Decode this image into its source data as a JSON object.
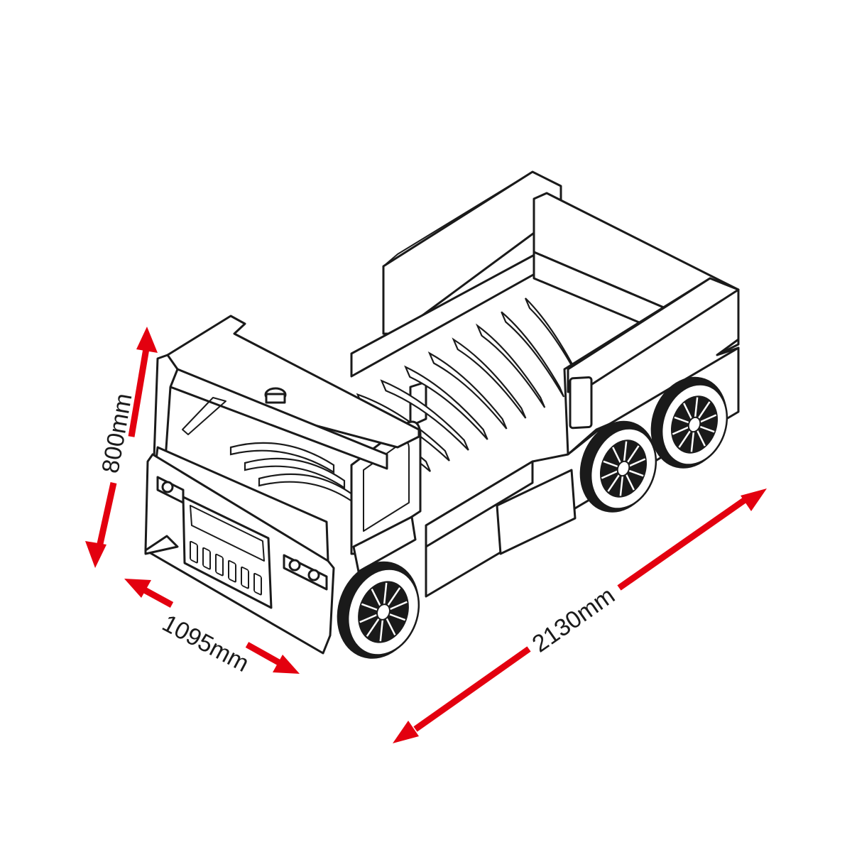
{
  "dimensions": {
    "height": {
      "label": "800mm",
      "value": 800,
      "unit": "mm"
    },
    "width": {
      "label": "1095mm",
      "value": 1095,
      "unit": "mm"
    },
    "length": {
      "label": "2130mm",
      "value": 2130,
      "unit": "mm"
    }
  },
  "colors": {
    "arrow": "#e3000f",
    "line": "#1a1a1a",
    "background": "#ffffff"
  }
}
